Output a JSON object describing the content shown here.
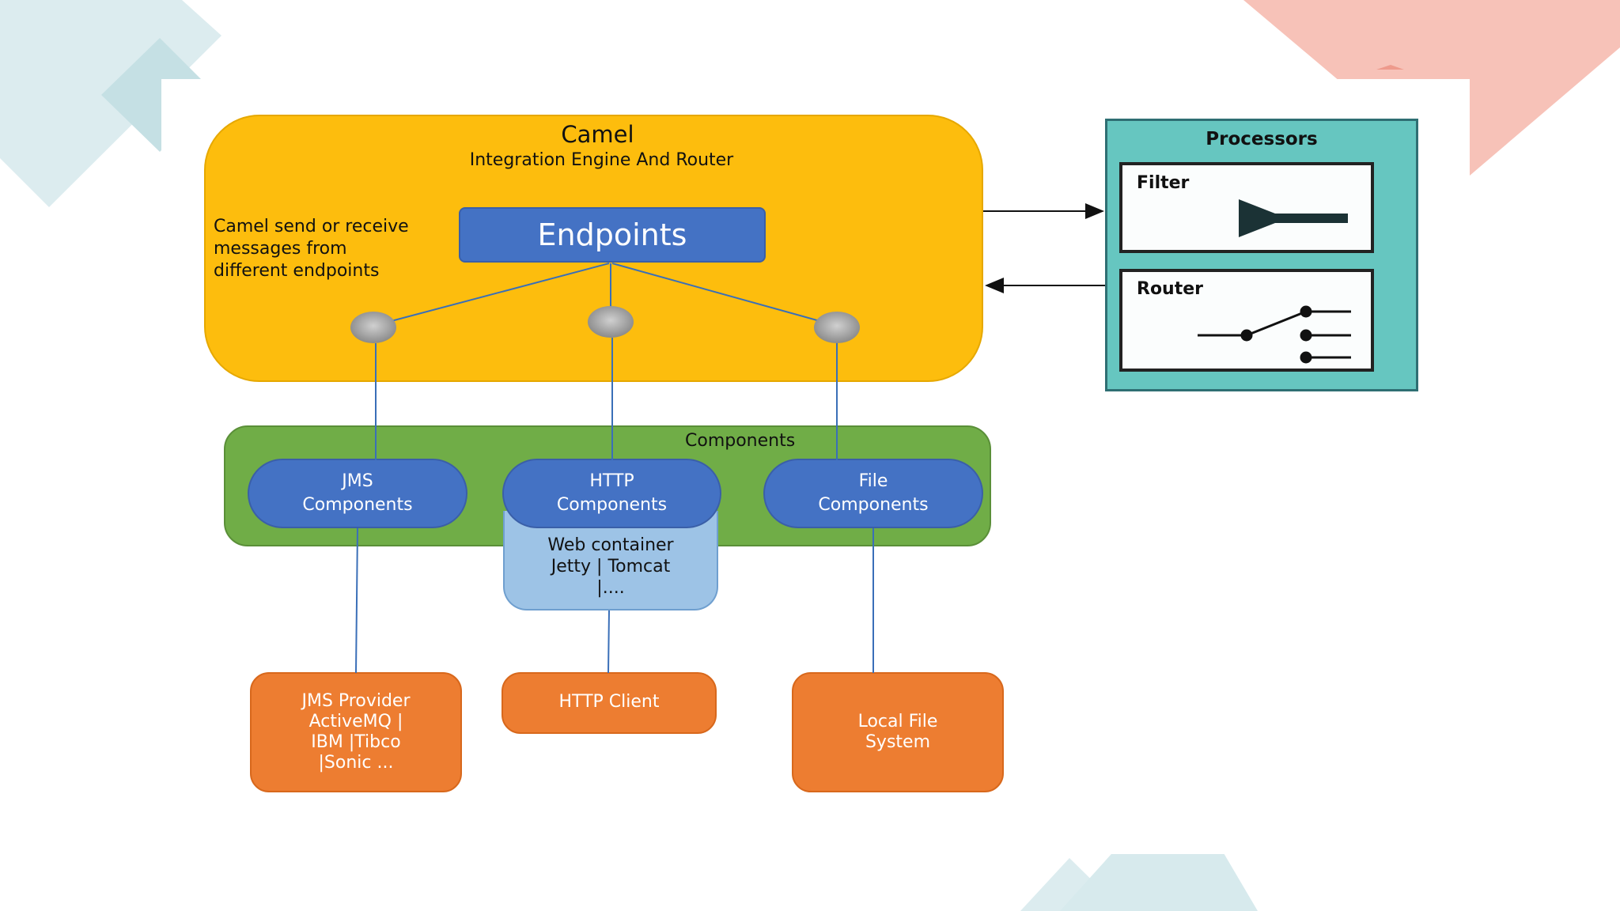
{
  "engine": {
    "title": "Camel",
    "subtitle": "Integration Engine And Router",
    "note_lines": [
      "Camel send or receive",
      "messages from",
      "different endpoints"
    ],
    "endpoints_label": "Endpoints"
  },
  "processors": {
    "title": "Processors",
    "filter_label": "Filter",
    "router_label": "Router"
  },
  "components": {
    "title": "Components",
    "jms": [
      "JMS",
      "Components"
    ],
    "http": [
      "HTTP",
      "Components"
    ],
    "file": [
      "File",
      "Components"
    ],
    "web_container": [
      "Web container",
      "Jetty | Tomcat",
      "|...."
    ]
  },
  "targets": {
    "jms": [
      "JMS Provider",
      "ActiveMQ |",
      "IBM |Tibco",
      "|Sonic ..."
    ],
    "http": "HTTP Client",
    "file": [
      "Local File",
      "System"
    ]
  },
  "colors": {
    "engine": "#fdbd0d",
    "endpoints": "#4472c4",
    "processors": "#66c6c0",
    "components": "#70ad47",
    "targets": "#ed7d31",
    "web_container": "#9dc3e6"
  }
}
